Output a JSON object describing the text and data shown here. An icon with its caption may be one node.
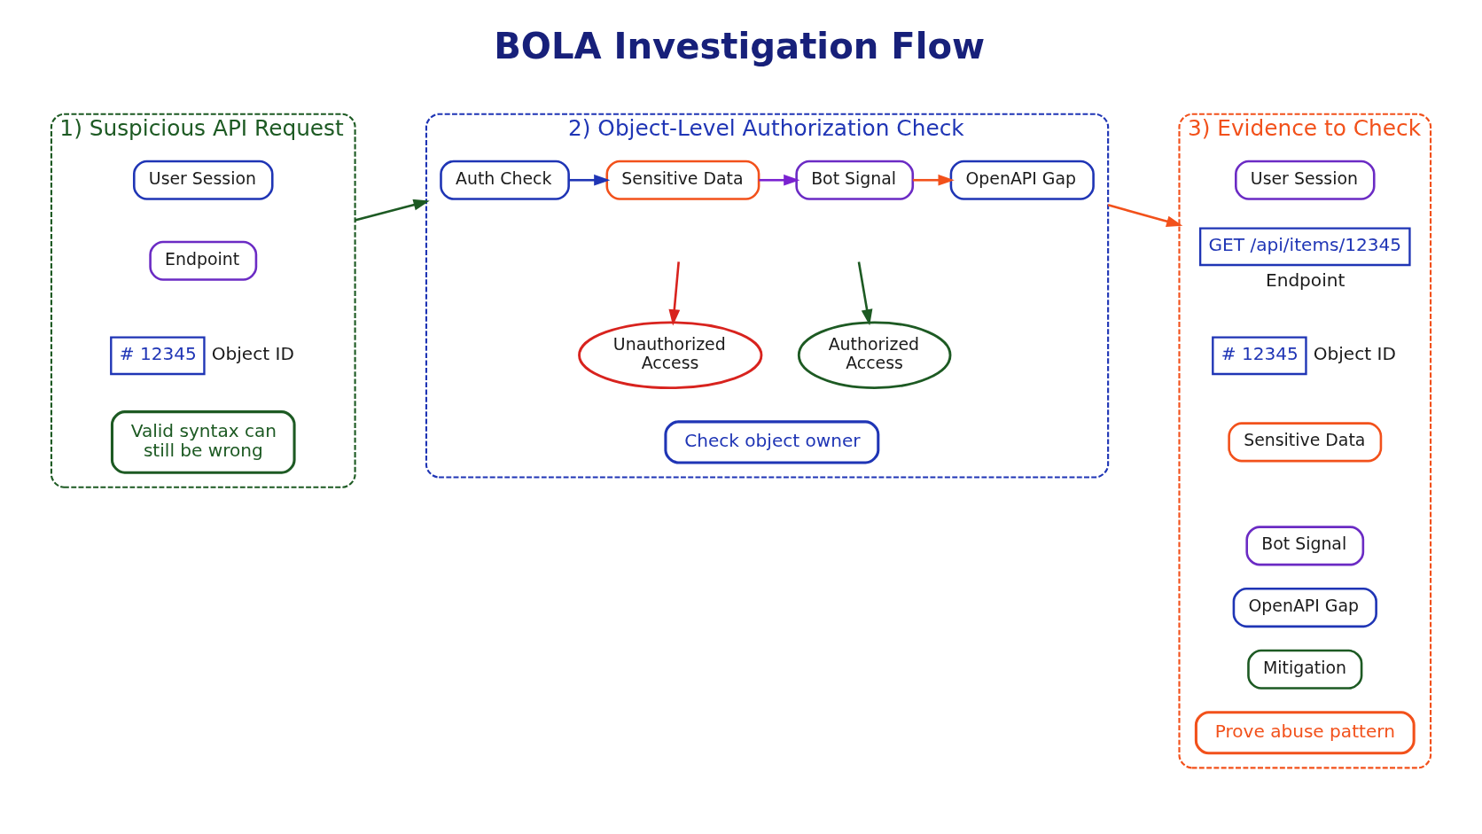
{
  "diagram": {
    "title": "BOLA Investigation Flow",
    "nodes": [
      {
        "text": [
          "1) Suspicious API Request"
        ]
      },
      {
        "text": [
          "User Session"
        ],
        "in": 0
      },
      {
        "text": [
          "Endpoint"
        ],
        "in": 0
      },
      {
        "text": [
          "# 12345"
        ],
        "beside": [
          "Object ID"
        ],
        "in": 0
      },
      {
        "text": [
          "Valid syntax can still be wrong"
        ],
        "in": 0
      },
      {
        "text": [
          "2) Object-Level Authorization Check"
        ]
      },
      {
        "text": [
          "Auth Check"
        ],
        "in": 5
      },
      {
        "text": [
          "Sensitive Data"
        ],
        "in": 5
      },
      {
        "text": [
          "Bot Signal"
        ],
        "in": 5
      },
      {
        "text": [
          "OpenAPI Gap"
        ],
        "in": 5
      },
      {
        "text": [
          "Unauthorized Access"
        ],
        "in": 5
      },
      {
        "text": [
          "Authorized Access"
        ],
        "in": 5
      },
      {
        "text": [
          "Check object owner"
        ],
        "in": 5
      },
      {
        "text": [
          "3) Evidence to Check"
        ]
      },
      {
        "text": [
          "User Session"
        ],
        "in": 13
      },
      {
        "text": [
          "GET /api/items/12345"
        ],
        "beside": [
          "Endpoint"
        ],
        "in": 13
      },
      {
        "text": [
          "# 12345"
        ],
        "beside": [
          "Object ID"
        ],
        "in": 13
      },
      {
        "text": [
          "Sensitive Data"
        ],
        "in": 13
      },
      {
        "text": [
          "Bot Signal"
        ],
        "in": 13
      },
      {
        "text": [
          "OpenAPI Gap"
        ],
        "in": 13
      },
      {
        "text": [
          "Mitigation"
        ],
        "in": 13
      },
      {
        "text": [
          "Prove abuse pattern"
        ],
        "in": 13
      }
    ],
    "edges": [
      {
        "from": 0,
        "to": 5,
        "arrow": "to",
        "color": "#1d5a23"
      },
      {
        "from": 6,
        "to": 7,
        "arrow": "to",
        "color": "#1f35b5"
      },
      {
        "from": 7,
        "to": 8,
        "arrow": "to",
        "color": "#7a22d0"
      },
      {
        "from": 8,
        "to": 9,
        "arrow": "to",
        "color": "#f2511b"
      },
      {
        "from": null,
        "to": 10,
        "arrow": "to",
        "color": "#d8231e"
      },
      {
        "from": null,
        "to": 11,
        "arrow": "to",
        "color": "#1d5a23"
      },
      {
        "from": 5,
        "to": 13,
        "arrow": "to",
        "color": "#f2511b"
      }
    ]
  }
}
